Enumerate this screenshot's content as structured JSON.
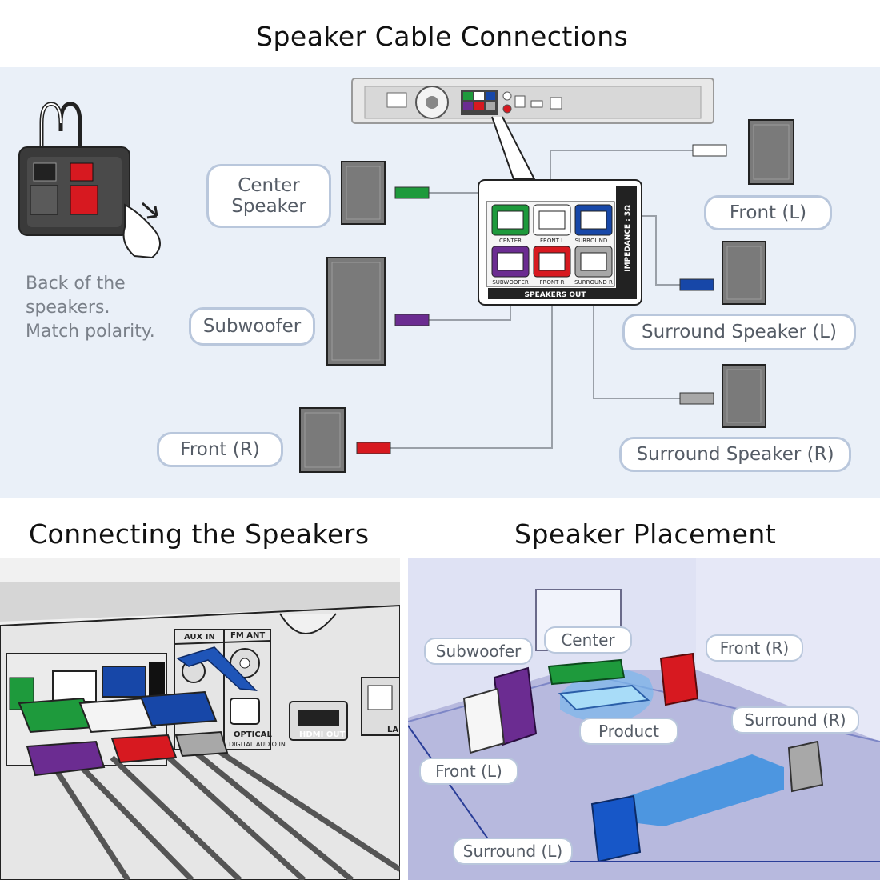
{
  "titles": {
    "cable": "Speaker Cable Connections",
    "connecting": "Connecting the Speakers",
    "placement": "Speaker Placement"
  },
  "note": {
    "line1": "Back of the",
    "line2": "speakers.",
    "line3": "Match polarity."
  },
  "cable_labels": {
    "center_l1": "Center",
    "center_l2": "Speaker",
    "subwoofer": "Subwoofer",
    "front_r": "Front (R)",
    "front_l": "Front (L)",
    "surround_l": "Surround Speaker (L)",
    "surround_r": "Surround Speaker (R)"
  },
  "jack_panel": {
    "center": "CENTER",
    "front_l": "FRONT L",
    "surround_l": "SURROUND L",
    "subwoofer": "SUBWOOFER",
    "front_r": "FRONT R",
    "surround_r": "SURROUND R",
    "speakers_out": "SPEAKERS OUT",
    "impedance": "IMPEDANCE : 3Ω"
  },
  "connect_panel": {
    "aux_in": "AUX IN",
    "fm_ant": "FM ANT",
    "optical": "OPTICAL",
    "digital_audio_in": "DIGITAL AUDIO IN",
    "hdmi_out": "HDMI OUT",
    "lan": "LA"
  },
  "placement_labels": {
    "subwoofer": "Subwoofer",
    "center": "Center",
    "front_r": "Front (R)",
    "surround_r": "Surround (R)",
    "product": "Product",
    "front_l": "Front (L)",
    "surround_l": "Surround (L)"
  },
  "colors": {
    "center": "#1e9a3c",
    "front_l": "#ffffff",
    "surround_l": "#1747a8",
    "subwoofer": "#6b2c91",
    "front_r": "#d71920",
    "surround_r": "#a8a8a8",
    "panel_bg": "#eaf0f8",
    "label_border": "#b9c7dc"
  }
}
